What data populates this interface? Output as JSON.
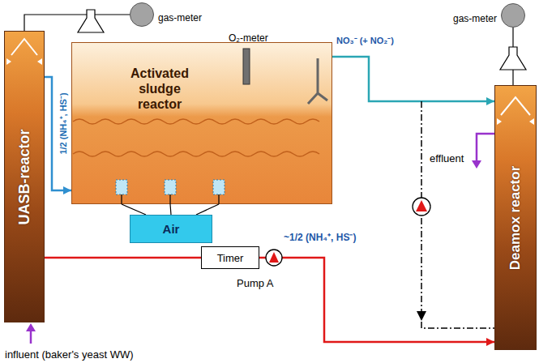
{
  "diagram": {
    "nodes": [
      {
        "text": [
          "UASB-reactor"
        ]
      },
      {
        "text": [
          "gas-meter"
        ]
      },
      {
        "text": [
          "Activated sludge reactor"
        ]
      },
      {
        "text": [
          "gas-meter"
        ]
      },
      {
        "text": [
          "Deamox reactor"
        ]
      },
      {
        "text": [
          "Air"
        ]
      },
      {
        "text": [
          "Timer"
        ]
      }
    ],
    "edges": [
      {
        "from": 0,
        "to": 1,
        "arrow": "none"
      },
      {
        "from": 0,
        "to": 2,
        "label": "1/2 (NH₄⁺, HS⁻)",
        "arrow": "to"
      },
      {
        "from": 2,
        "to": 4,
        "label": "NO₃⁻ (+ NO₂⁻)",
        "arrow": "to"
      },
      {
        "from": 4,
        "to": 3,
        "arrow": "none"
      },
      {
        "from": 5,
        "to": 2,
        "arrow": "none"
      },
      {
        "from": 0,
        "to": 6,
        "arrow": "none"
      },
      {
        "from": 6,
        "to": 4,
        "label": "~1/2 (NH₄⁺, HS⁻)",
        "arrow": "to"
      }
    ],
    "labels": [
      "O₂-meter",
      "effluent",
      "Pump A",
      "influent (baker's yeast WW)"
    ]
  }
}
